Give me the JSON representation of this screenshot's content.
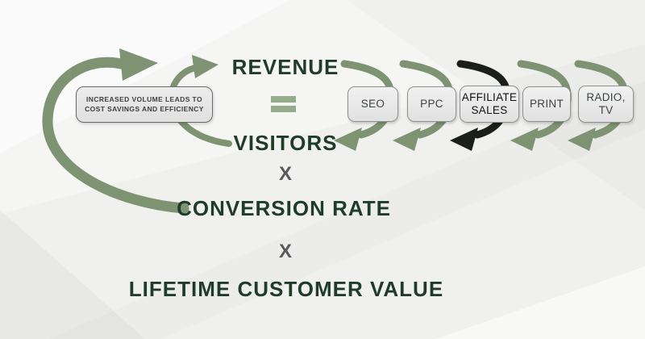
{
  "note": {
    "line1": "INCREASED VOLUME LEADS TO",
    "line2": "COST SAVINGS AND EFFICIENCY"
  },
  "formula": {
    "revenue": "REVENUE",
    "equals": "=",
    "visitors": "VISITORS",
    "multiply_1": "X",
    "conversion_rate": "CONVERSION RATE",
    "multiply_2": "X",
    "lifetime_customer_value": "LIFETIME CUSTOMER VALUE"
  },
  "channels": [
    {
      "label": "SEO",
      "arrow_color": "sage"
    },
    {
      "label": "PPC",
      "arrow_color": "sage"
    },
    {
      "label": "AFFILIATE SALES",
      "arrow_color": "black"
    },
    {
      "label": "PRINT",
      "arrow_color": "sage"
    },
    {
      "label": "RADIO, TV",
      "arrow_color": "sage"
    }
  ],
  "colors": {
    "sage": "#7D9371",
    "sage-light": "#96AB8C",
    "dark-green": "#1F3B2A",
    "multiply-gray": "#58595B",
    "black-arrow": "#1A1F1A",
    "box-border": "#909090",
    "channel-text": "#39443B",
    "channel-text-strong": "#101010",
    "note-border": "#6A6A6A",
    "note-text": "#3F3F3F",
    "background": "#F0F0EF"
  }
}
